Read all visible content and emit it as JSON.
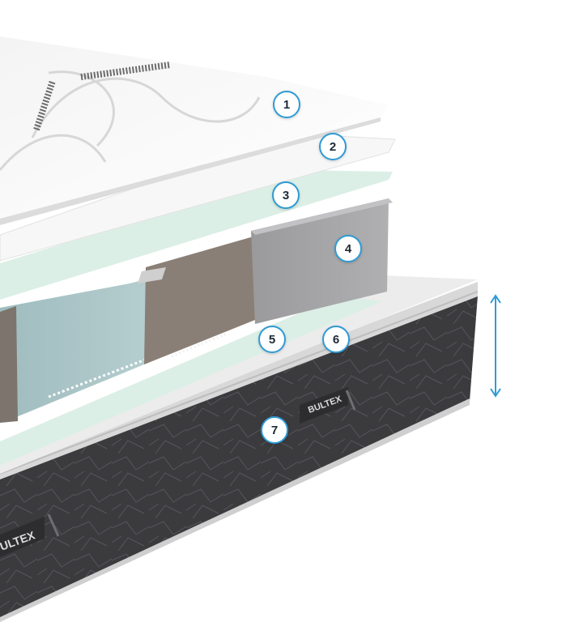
{
  "product": {
    "brand_label_side": "BULTEX",
    "brand_label_front": "ULTEX"
  },
  "markers": [
    {
      "number": "1",
      "layer": "top-quilted-fabric"
    },
    {
      "number": "2",
      "layer": "comfort-foam-layer"
    },
    {
      "number": "3",
      "layer": "green-foam-layer"
    },
    {
      "number": "4",
      "layer": "grey-foam-block"
    },
    {
      "number": "5",
      "layer": "zoned-core"
    },
    {
      "number": "6",
      "layer": "base-green-layer"
    },
    {
      "number": "7",
      "layer": "knit-side-panel"
    }
  ],
  "colors": {
    "marker_border": "#2f9bd6",
    "height_arrow": "#2f9bd6",
    "knit_panel": "#3b3b3e",
    "green_layer": "#dcefe6",
    "blue_foam": "#a9c4c6",
    "taupe_foam": "#8a7f76",
    "grey_foam": "#a3a3a5"
  },
  "icons": {
    "height_indicator": "double-headed-vertical-arrow-icon"
  }
}
